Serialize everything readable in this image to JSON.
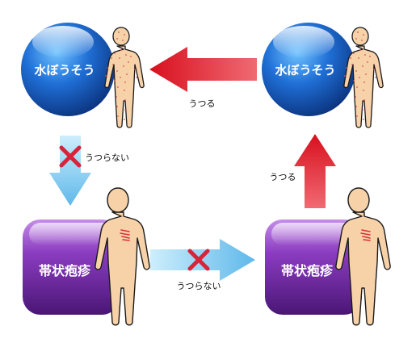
{
  "diagram": {
    "nodes": {
      "varicella_left": "水ぼうそう",
      "varicella_right": "水ぼうそう",
      "shingles_left": "帯状疱疹",
      "shingles_right": "帯状疱疹"
    },
    "edges": {
      "top": "うつる",
      "left": "うつらない",
      "bottom": "うつらない",
      "right": "うつる"
    },
    "colors": {
      "sphere": "#1560c8",
      "rounded_box": "#7a2fa8",
      "arrow_transmits": "#e0202e",
      "arrow_no_transmit": "#7cc9f0",
      "cross_mark": "#d8243a",
      "skin": "#f7d2a8",
      "spots": "#d8505a"
    },
    "icons": {
      "cross": "cross-mark-icon",
      "person": "person-figure-icon"
    }
  }
}
